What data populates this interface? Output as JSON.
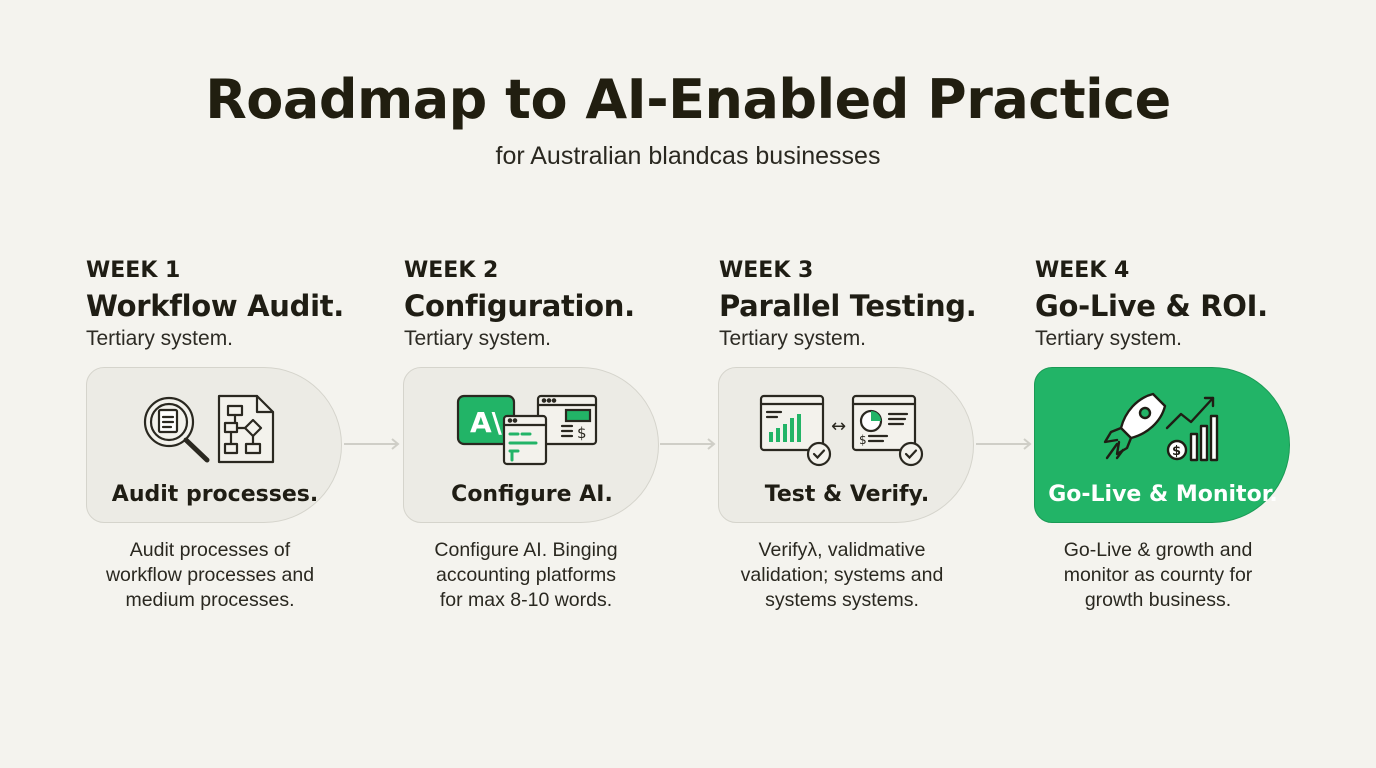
{
  "header": {
    "title": "Roadmap to AI-Enabled Practice",
    "subtitle": "for Australian blandcas businesses"
  },
  "steps": [
    {
      "week": "WEEK 1",
      "heading": "Workflow Audit.",
      "tagline": "Tertiary system.",
      "card_label": "Audit processes.",
      "description_lines": [
        "Audit processes of",
        "workflow processes and",
        "medium processes."
      ],
      "icons": [
        "magnifier-document-icon",
        "flowchart-document-icon"
      ]
    },
    {
      "week": "WEEK 2",
      "heading": "Configuration.",
      "tagline": "Tertiary system.",
      "card_label": "Configure AI.",
      "description_lines": [
        "Configure AI. Binging",
        "accounting platforms",
        "for max 8-10 words."
      ],
      "icons": [
        "ai-window-icon",
        "accounting-window-icon"
      ],
      "icon_text": "A\\"
    },
    {
      "week": "WEEK 3",
      "heading": "Parallel Testing.",
      "tagline": "Tertiary system.",
      "card_label": "Test & Verify.",
      "description_lines": [
        "Verifyλ, validmative",
        "validation; systems and",
        "systems systems."
      ],
      "icons": [
        "bar-chart-window-check-icon",
        "pie-chart-window-check-icon"
      ],
      "icon_text": "↔"
    },
    {
      "week": "WEEK 4",
      "heading": "Go-Live & ROI.",
      "tagline": "Tertiary system.",
      "card_label": "Go-Live & Monitor.",
      "description_lines": [
        "Go-Live & growth and",
        "monitor as cournty for",
        "growth business."
      ],
      "icons": [
        "rocket-icon",
        "growth-chart-dollar-icon"
      ]
    }
  ],
  "colors": {
    "background": "#f4f3ee",
    "card": "#ecebe5",
    "card_border": "#d5d4cc",
    "accent_green": "#22b467",
    "text": "#1f1d14",
    "arrow": "#cfcec7"
  }
}
